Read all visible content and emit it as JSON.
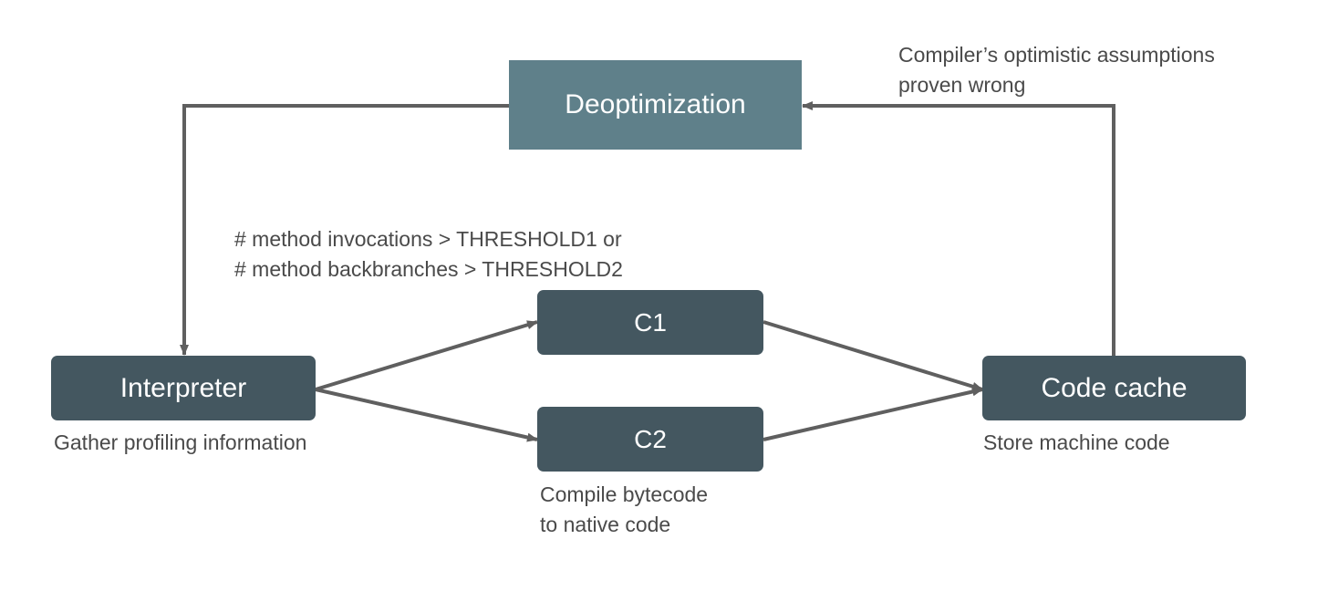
{
  "colors": {
    "node_dark": "#445760",
    "node_deopt": "#5f808a",
    "arrow": "#5f5f5f",
    "text": "#4a4a4a"
  },
  "nodes": {
    "deoptimization": "Deoptimization",
    "interpreter": "Interpreter",
    "c1": "C1",
    "c2": "C2",
    "code_cache": "Code cache"
  },
  "annotations": {
    "deopt_reason": [
      "Compiler’s optimistic assumptions",
      "proven wrong"
    ],
    "threshold": [
      "# method invocations > THRESHOLD1 or",
      "# method backbranches > THRESHOLD2"
    ],
    "interpreter_note": "Gather profiling information",
    "compile_note": [
      "Compile bytecode",
      "to native code"
    ],
    "cache_note": "Store machine code"
  }
}
